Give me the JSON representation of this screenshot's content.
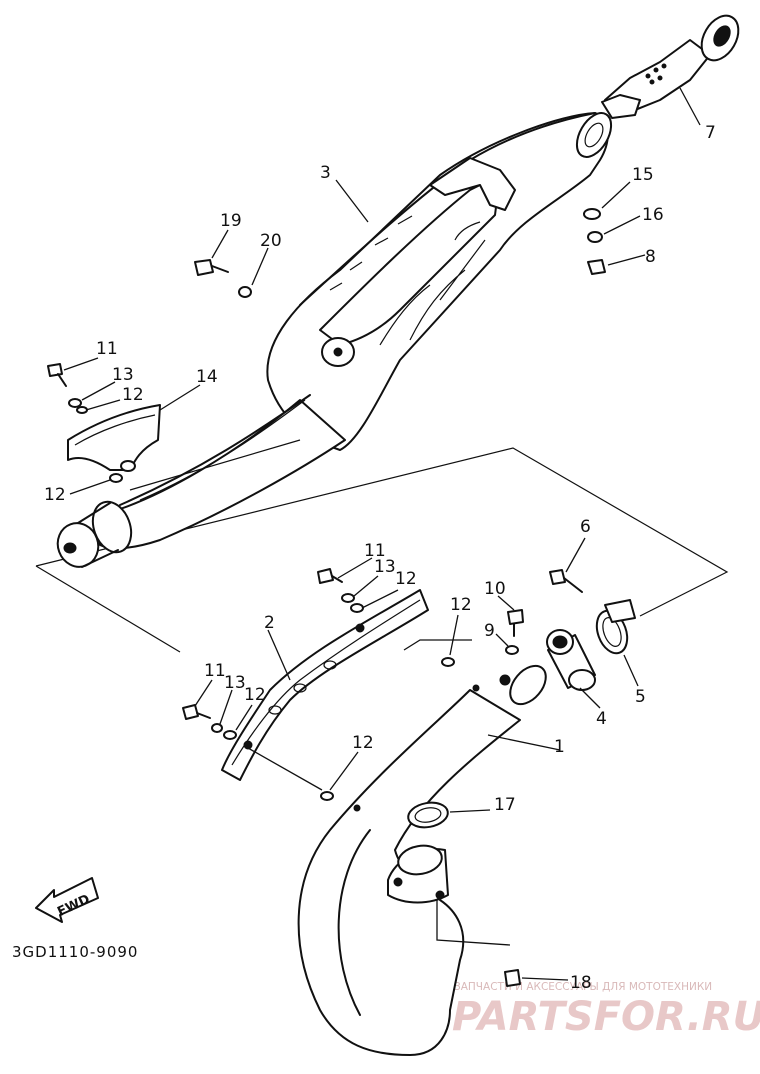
{
  "diagram": {
    "code": "3GD1110-9090",
    "fwd_label": "FWD",
    "labels": {
      "p1": "1",
      "p2": "2",
      "p3": "3",
      "p4": "4",
      "p5": "5",
      "p6": "6",
      "p7": "7",
      "p8": "8",
      "p9": "9",
      "p10": "10",
      "p11a": "11",
      "p11b": "11",
      "p11c": "11",
      "p12a": "12",
      "p12b": "12",
      "p12c": "12",
      "p12d": "12",
      "p12e": "12",
      "p12f": "12",
      "p13a": "13",
      "p13b": "13",
      "p13c": "13",
      "p14": "14",
      "p15": "15",
      "p16": "16",
      "p17": "17",
      "p18": "18",
      "p19": "19",
      "p20": "20"
    }
  },
  "watermark": {
    "tagline": "ЗАПЧАСТИ И АКСЕССУАРЫ ДЛЯ МОТОТЕХНИКИ",
    "brand": "PARTSFOR.RU"
  }
}
